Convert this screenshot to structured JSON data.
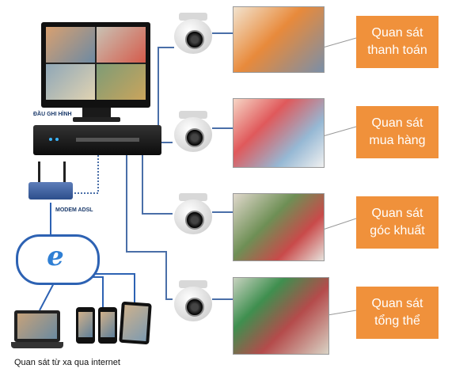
{
  "dvr": {
    "label": "ĐẦU GHI HÌNH"
  },
  "modem": {
    "label": "MODEM ADSL"
  },
  "internet_caption": "Quan sát từ xa qua internet",
  "views": [
    {
      "line1": "Quan sát",
      "line2": "thanh toán"
    },
    {
      "line1": "Quan sát",
      "line2": "mua hàng"
    },
    {
      "line1": "Quan sát",
      "line2": "góc khuất"
    },
    {
      "line1": "Quan sát",
      "line2": "tổng thể"
    }
  ],
  "colors": {
    "tag": "#f0913b",
    "wire": "#4a6fa8",
    "cloud_border": "#2d62b3"
  }
}
